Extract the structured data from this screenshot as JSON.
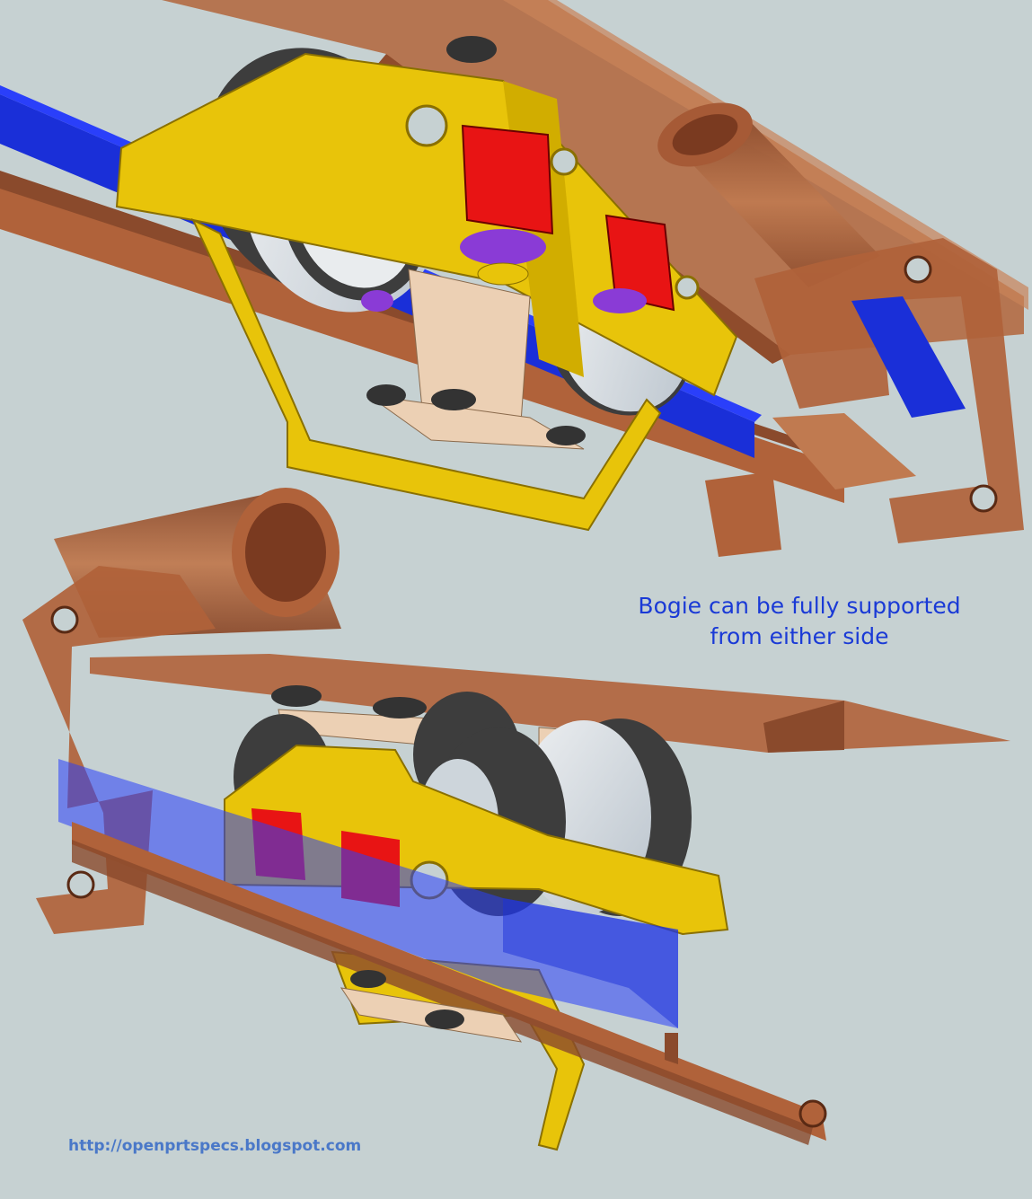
{
  "caption": {
    "line1": "Bogie can be fully supported",
    "line2": "from either side"
  },
  "footer": {
    "url": "http://openprtspecs.blogspot.com"
  },
  "colors": {
    "background": "#c6d1d2",
    "rail_copper": "#b0623a",
    "bogie_yellow": "#e8c40a",
    "power_rail_blue": "#1a2fd8",
    "magnet_red": "#e81414",
    "pivot_purple": "#8a3bd6",
    "wheel_tire": "#4a4a4a",
    "caption_text": "#1a3ad6",
    "url_text": "#4a78c8"
  },
  "figures": [
    {
      "view": "top",
      "components": [
        "bogie-frame",
        "drive-wheels",
        "magnets",
        "guide-rollers",
        "power-rail",
        "guideway-rails"
      ]
    },
    {
      "view": "bottom",
      "components": [
        "bogie-frame",
        "drive-wheels",
        "magnets",
        "guide-rollers",
        "power-rail",
        "guideway-rails"
      ]
    }
  ]
}
